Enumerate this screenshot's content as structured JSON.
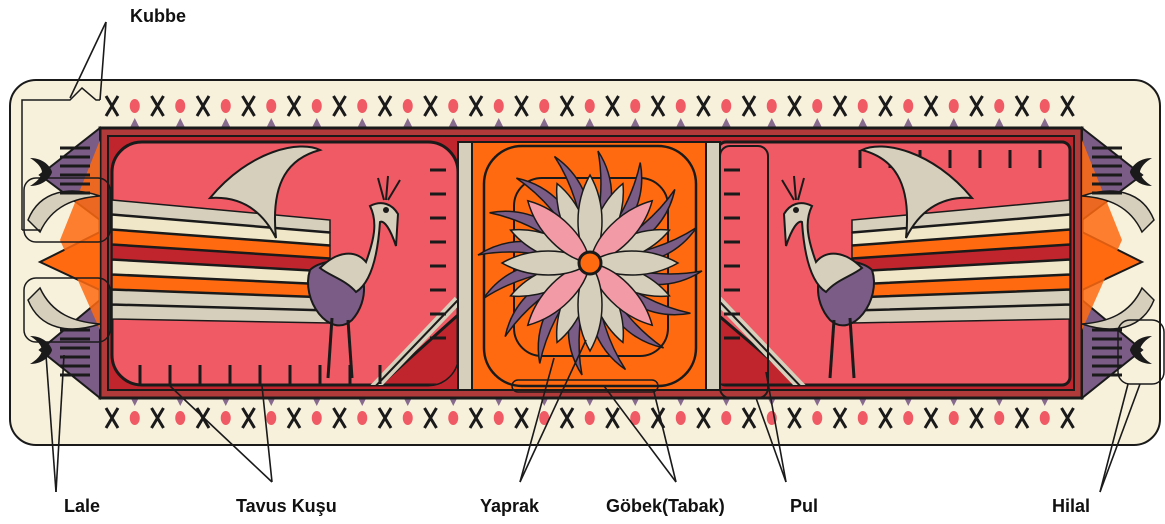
{
  "labels": {
    "kubbe": "Kubbe",
    "lale": "Lale",
    "tavus_kusu": "Tavus Kuşu",
    "yaprak": "Yaprak",
    "gobek_tabak": "Göbek(Tabak)",
    "pul": "Pul",
    "hilal": "Hilal"
  },
  "colors": {
    "background": "#f7f1dc",
    "frame": "#b03a3a",
    "panel_pink": "#f05a64",
    "center_orange": "#ff6a10",
    "dark_red": "#c0252d",
    "purple": "#7a5c86",
    "cream": "#d6cfbb",
    "light_pink": "#f29aa5",
    "outline": "#1a1a1a"
  },
  "icons": {
    "motif_peacock": "peacock-icon",
    "motif_leaf": "leaf-icon",
    "motif_crescent": "crescent-icon",
    "motif_tulip": "tulip-icon",
    "motif_dot": "dot-icon"
  }
}
